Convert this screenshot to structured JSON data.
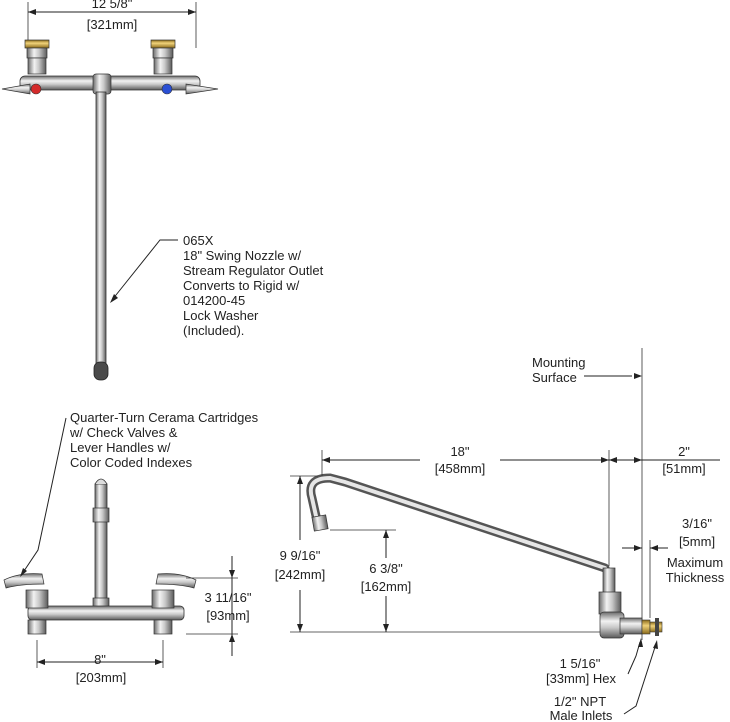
{
  "colors": {
    "hot": "#d42a2a",
    "cold": "#2a4fd4",
    "chrome_light": "#e8e8e8",
    "chrome_dark": "#6a6a6a",
    "brass": "#c8a23a",
    "line": "#222222"
  },
  "top_view": {
    "width_in": "12 5/8\"",
    "width_mm": "[321mm]",
    "nozzle_callout": [
      "065X",
      "18\" Swing Nozzle w/",
      "Stream Regulator Outlet",
      "Converts to Rigid w/",
      "014200-45",
      "Lock Washer",
      "(Included)."
    ]
  },
  "front_view": {
    "cartridge_callout": [
      "Quarter-Turn Cerama Cartridges",
      "w/ Check Valves &",
      "Lever Handles w/",
      "Color Coded Indexes"
    ],
    "height_in": "3 11/16\"",
    "height_mm": "[93mm]",
    "centers_in": "8\"",
    "centers_mm": "[203mm]"
  },
  "side_view": {
    "mounting_surface": [
      "Mounting",
      "Surface"
    ],
    "reach_in": "18\"",
    "reach_mm": "[458mm]",
    "max_height_in": "9 9/16\"",
    "max_height_mm": "[242mm]",
    "outlet_height_in": "6 3/8\"",
    "outlet_height_mm": "[162mm]",
    "setback_in": "2\"",
    "setback_mm": "[51mm]",
    "thickness_in": "3/16\"",
    "thickness_mm": "[5mm]",
    "thickness_label": [
      "Maximum",
      "Thickness"
    ],
    "hex_label": [
      "1 5/16\"",
      "[33mm] Hex"
    ],
    "inlet_label": [
      "1/2\" NPT",
      "Male Inlets"
    ]
  }
}
